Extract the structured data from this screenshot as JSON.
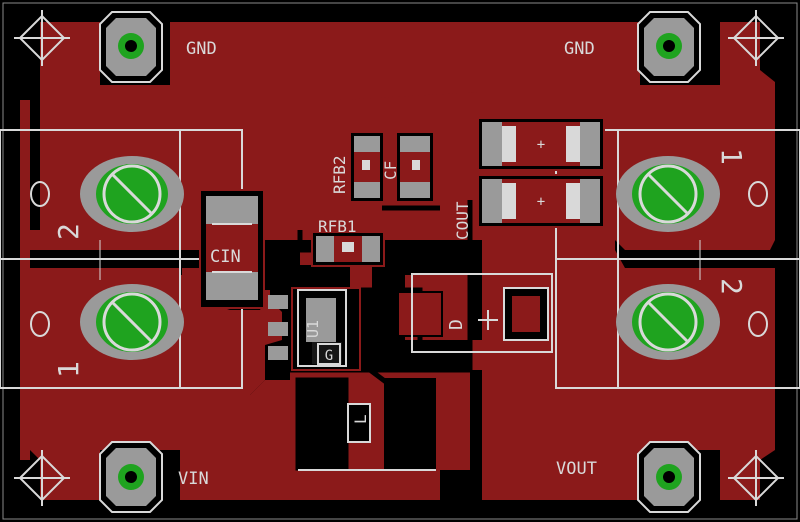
{
  "labels": {
    "gnd_left": "GND",
    "gnd_right": "GND",
    "vin": "VIN",
    "vout": "VOUT",
    "rfb2": "RFB2",
    "cf": "CF",
    "rfb1": "RFB1",
    "cout": "COUT",
    "cin": "CIN",
    "u1": "U1",
    "d": "D",
    "l": "L",
    "g": "G",
    "term_left_top": "2",
    "term_left_bottom": "1",
    "term_right_top": "1",
    "term_right_bottom": "2"
  },
  "colors": {
    "background": "#000000",
    "copper": "#8b1a1a",
    "pad": "#9a9a9a",
    "silkscreen": "#d9d9d9",
    "drill": "#1fa31f"
  }
}
